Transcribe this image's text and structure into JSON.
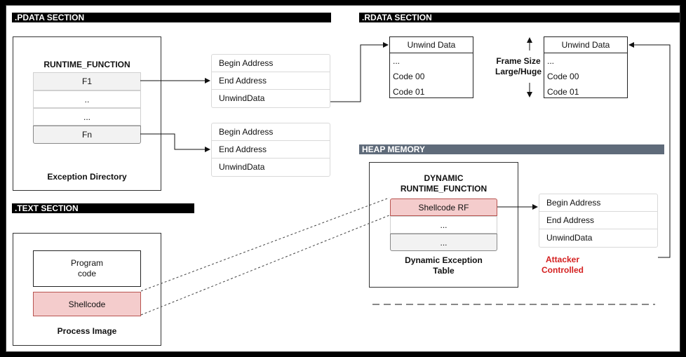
{
  "sections": {
    "pdata": ".PDATA SECTION",
    "rdata": ".RDATA SECTION",
    "text": ".TEXT SECTION",
    "heap": "HEAP MEMORY"
  },
  "runtime_function": {
    "title": "RUNTIME_FUNCTION",
    "rows": [
      "F1",
      "..",
      "...",
      "Fn"
    ],
    "caption": "Exception Directory"
  },
  "entry_fields": [
    "Begin Address",
    "End Address",
    "UnwindData"
  ],
  "unwind_left": {
    "title": "Unwind Data",
    "lines": [
      "...",
      "Code 00",
      "Code 01"
    ]
  },
  "unwind_right": {
    "title": "Unwind Data",
    "lines": [
      "...",
      "Code 00",
      "Code 01"
    ]
  },
  "frame_size": {
    "line1": "Frame Size",
    "line2": "Large/Huge"
  },
  "process_image": {
    "program_line1": "Program",
    "program_line2": "code",
    "shellcode": "Shellcode",
    "caption": "Process Image"
  },
  "dynamic": {
    "title_line1": "DYNAMIC",
    "title_line2": "RUNTIME_FUNCTION",
    "rows": [
      "Shellcode RF",
      "...",
      "..."
    ],
    "caption_line1": "Dynamic Exception",
    "caption_line2": "Table"
  },
  "attacker": {
    "line1": "Attacker",
    "line2": "Controlled"
  },
  "colors": {
    "shellcode_fill": "#f4cccc",
    "shellcode_border": "#b85450",
    "heap_bar": "#5f6b7a",
    "attacker_text": "#d42020"
  }
}
